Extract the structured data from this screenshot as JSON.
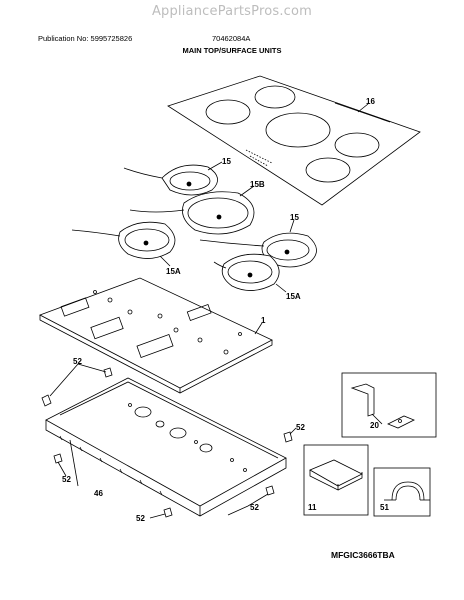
{
  "header": {
    "watermark": "AppliancePartsPros.com",
    "publication": "Publication No: 5995725826",
    "model_code": "70462084A",
    "section_title": "MAIN TOP/SURFACE UNITS"
  },
  "footer": {
    "diagram_code": "MFGIC3666TBA"
  },
  "parts": {
    "p16": "16",
    "p15_top": "15",
    "p15b": "15B",
    "p15_right": "15",
    "p15a_left": "15A",
    "p15a_right": "15A",
    "p1": "1",
    "p52_topleft": "52",
    "p52_right": "52",
    "p52_left": "52",
    "p52_bottom": "52",
    "p52_bottomright": "52",
    "p46": "46",
    "p20": "20",
    "p11": "11",
    "p51": "51"
  }
}
